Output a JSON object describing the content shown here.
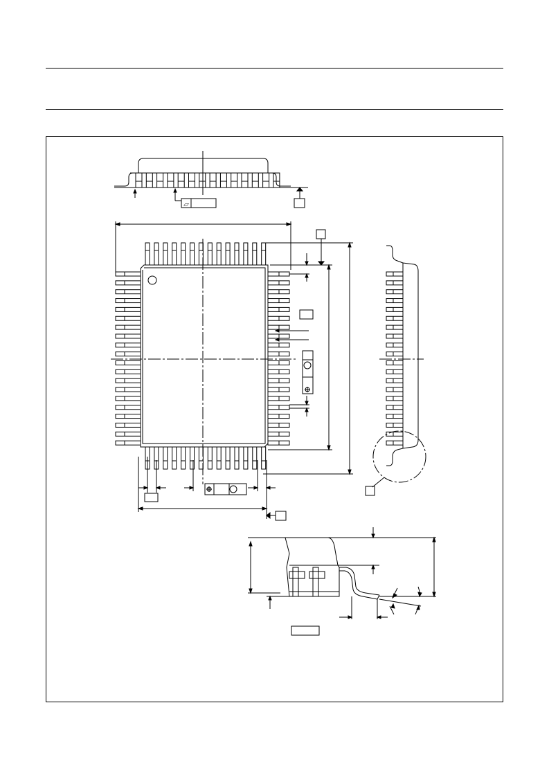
{
  "document": {
    "header_rule_top": "",
    "header_rule_bottom": ""
  },
  "drawing": {
    "title": "",
    "views": [
      {
        "name": "side-view-top"
      },
      {
        "name": "top-view"
      },
      {
        "name": "side-view-right"
      },
      {
        "name": "detail-view"
      }
    ],
    "labels": {
      "flatness_box": "",
      "datum_box_top": "",
      "datum_box_mid": "",
      "datum_box_right": "",
      "datum_box_bottom_left": "",
      "datum_box_bottom": "",
      "detail_box": ""
    },
    "colors": {
      "line": "#000000",
      "background": "#ffffff"
    }
  }
}
